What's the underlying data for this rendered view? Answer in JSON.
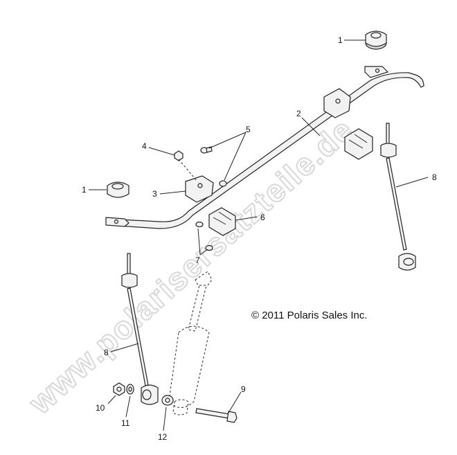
{
  "copyright": "© 2011 Polaris Sales Inc.",
  "watermark": "www.polarisersatzteile.de",
  "callouts": {
    "c1a": "1",
    "c1b": "1",
    "c2": "2",
    "c3": "3",
    "c4": "4",
    "c5": "5",
    "c6": "6",
    "c7": "7",
    "c8a": "8",
    "c8b": "8",
    "c9": "9",
    "c10": "10",
    "c11": "11",
    "c12": "12"
  }
}
